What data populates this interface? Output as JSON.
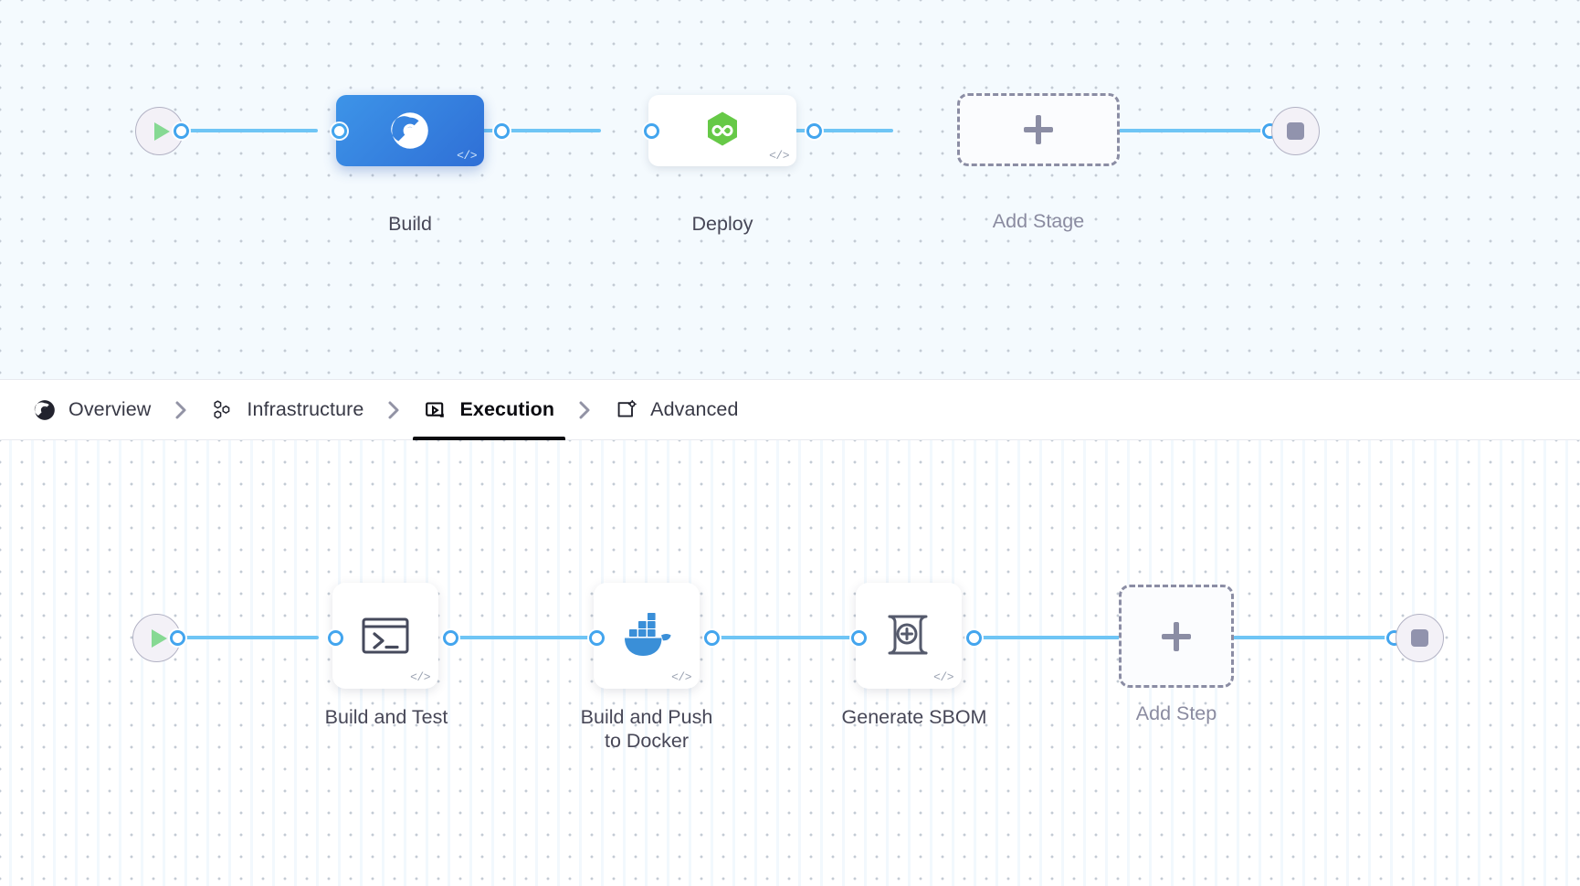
{
  "stage_graph": {
    "start_node": {
      "name": "Pipeline Start",
      "icon": "play-icon"
    },
    "end_node": {
      "name": "Pipeline End",
      "icon": "stop-icon"
    },
    "stages": [
      {
        "label": "Build",
        "icon": "harness-ci-icon",
        "selected": true,
        "code_badge": "</>"
      },
      {
        "label": "Deploy",
        "icon": "harness-cd-icon",
        "selected": false,
        "code_badge": "</>"
      }
    ],
    "add_stage": {
      "label": "Add Stage",
      "icon": "plus-icon"
    }
  },
  "tabs": {
    "items": [
      {
        "label": "Overview",
        "icon": "overview-icon",
        "active": false
      },
      {
        "label": "Infrastructure",
        "icon": "infrastructure-icon",
        "active": false
      },
      {
        "label": "Execution",
        "icon": "execution-icon",
        "active": true
      },
      {
        "label": "Advanced",
        "icon": "advanced-icon",
        "active": false
      }
    ],
    "separator": "chevron-right-icon"
  },
  "step_graph": {
    "start_node": {
      "name": "Execution Start",
      "icon": "play-icon"
    },
    "end_node": {
      "name": "Execution End",
      "icon": "stop-icon"
    },
    "steps": [
      {
        "label": "Build and Test",
        "icon": "terminal-icon",
        "code_badge": "</>"
      },
      {
        "label": "Build and Push\nto Docker",
        "icon": "docker-icon",
        "code_badge": "</>"
      },
      {
        "label": "Generate SBOM",
        "icon": "sbom-scroll-icon",
        "code_badge": "</>"
      }
    ],
    "add_step": {
      "label": "Add Step",
      "icon": "plus-icon"
    }
  },
  "colors": {
    "edge": "#6fc5f5",
    "port_border": "#43a5ee",
    "selected_stage": "#3d82e0",
    "cd_green": "#66c947",
    "docker_blue": "#3a8fd8",
    "play_green": "#86d993",
    "stop_gray": "#9193ad",
    "canvas_top_bg": "#f4fafe",
    "canvas_bottom_bg": "#ffffff",
    "active_tab_underline": "#0b0b10"
  }
}
